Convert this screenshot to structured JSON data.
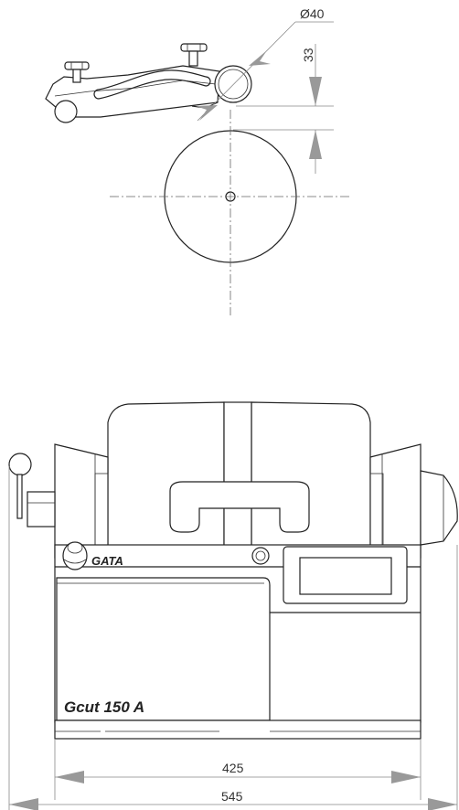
{
  "dimensions": {
    "blade_diameter": "Ø40",
    "depth": "33",
    "base_width": "425",
    "overall_width": "545"
  },
  "labels": {
    "brand": "GATA",
    "model": "Gcut 150 A"
  }
}
